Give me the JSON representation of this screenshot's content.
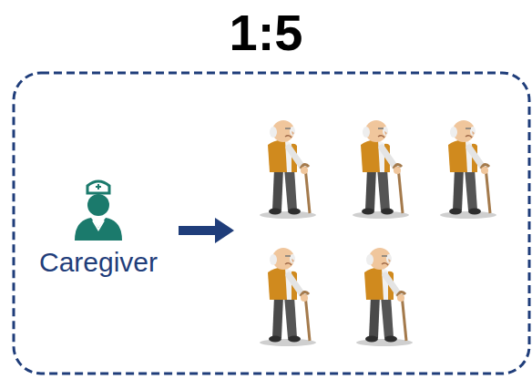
{
  "diagram": {
    "nodes": [
      {
        "text": [
          "1:5"
        ]
      },
      {
        "text": [
          "Caregiver"
        ],
        "in": 0
      }
    ]
  }
}
